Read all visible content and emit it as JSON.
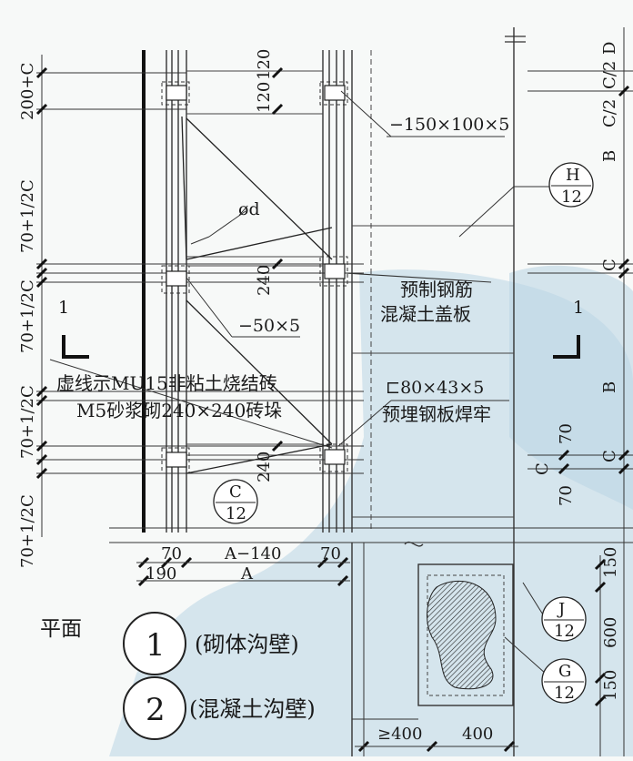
{
  "dims": {
    "left_200c": "200+C",
    "left_70_1": "70+1/2C",
    "left_70_2": "70+1/2C",
    "left_70_3": "70+1/2C",
    "left_70_4": "70+1/2C",
    "top_120a": "120",
    "top_120b": "120",
    "mid_240a": "240",
    "mid_240b": "240",
    "bot_70a": "70",
    "bot_a140": "A−140",
    "bot_70b": "70",
    "bot_190": "190",
    "bot_a": "A",
    "right_d": "D",
    "right_c2a": "C/2",
    "right_c2b": "C/2",
    "right_b1": "B",
    "right_c1": "C",
    "right_b2": "B",
    "right_c2": "C",
    "mid_70a": "70",
    "mid_c": "C",
    "mid_70b": "70",
    "right_150a": "150",
    "right_600": "600",
    "right_150b": "150",
    "bottom_ge400": "≥400",
    "bottom_400": "400"
  },
  "notes": {
    "plate": "−150×100×5",
    "dia": "ød",
    "bar": "−50×5",
    "brick_1": "虚线示MU15非粘土烧结砖",
    "brick_2": "M5砂浆砌240×240砖垛",
    "cover_1": "预制钢筋",
    "cover_2": "混凝土盖板",
    "channel_1": "⊏80×43×5",
    "channel_2": "预埋钢板焊牢"
  },
  "section_marks": {
    "left": "1",
    "right": "1"
  },
  "callouts": {
    "h": {
      "top": "H",
      "bottom": "12"
    },
    "c": {
      "top": "C",
      "bottom": "12"
    },
    "j": {
      "top": "J",
      "bottom": "12"
    },
    "g": {
      "top": "G",
      "bottom": "12"
    }
  },
  "legend": {
    "plan_label": "平面",
    "item1_num": "1",
    "item1_text": "(砌体沟壁)",
    "item2_num": "2",
    "item2_text": "(混凝土沟壁)"
  }
}
